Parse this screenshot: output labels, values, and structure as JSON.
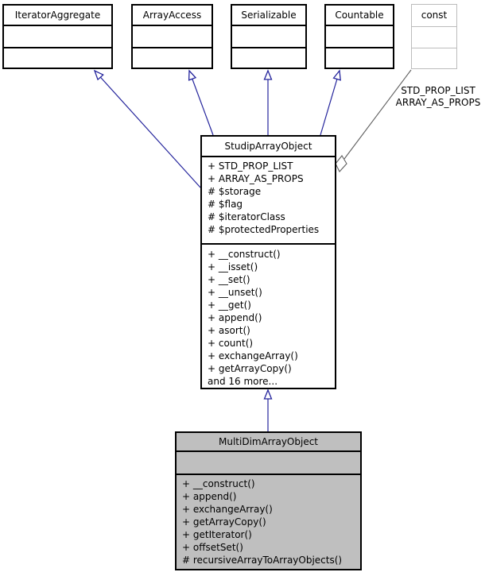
{
  "nodes": {
    "iterator_aggregate": {
      "label": "IteratorAggregate"
    },
    "array_access": {
      "label": "ArrayAccess"
    },
    "serializable": {
      "label": "Serializable"
    },
    "countable": {
      "label": "Countable"
    },
    "const_node": {
      "label": "const"
    },
    "studip_array_object": {
      "title": "StudipArrayObject",
      "attributes": [
        "+ STD_PROP_LIST",
        "+ ARRAY_AS_PROPS",
        "# $storage",
        "# $flag",
        "# $iteratorClass",
        "# $protectedProperties"
      ],
      "methods": [
        "+ __construct()",
        "+ __isset()",
        "+ __set()",
        "+ __unset()",
        "+ __get()",
        "+ append()",
        "+ asort()",
        "+ count()",
        "+ exchangeArray()",
        "+ getArrayCopy()",
        "and 16 more..."
      ]
    },
    "multi_dim_array_object": {
      "title": "MultiDimArrayObject",
      "methods": [
        "+ __construct()",
        "+ append()",
        "+ exchangeArray()",
        "+ getArrayCopy()",
        "+ getIterator()",
        "+ offsetSet()",
        "# recursiveArrayToArrayObjects()"
      ]
    }
  },
  "edge_label": {
    "line1": "STD_PROP_LIST",
    "line2": "ARRAY_AS_PROPS"
  },
  "colors": {
    "inheritance_edge": "#24249c",
    "usage_edge": "#5f5f5f",
    "highlight_fill": "#bfbfbf",
    "muted_border": "#bcbcbc"
  }
}
